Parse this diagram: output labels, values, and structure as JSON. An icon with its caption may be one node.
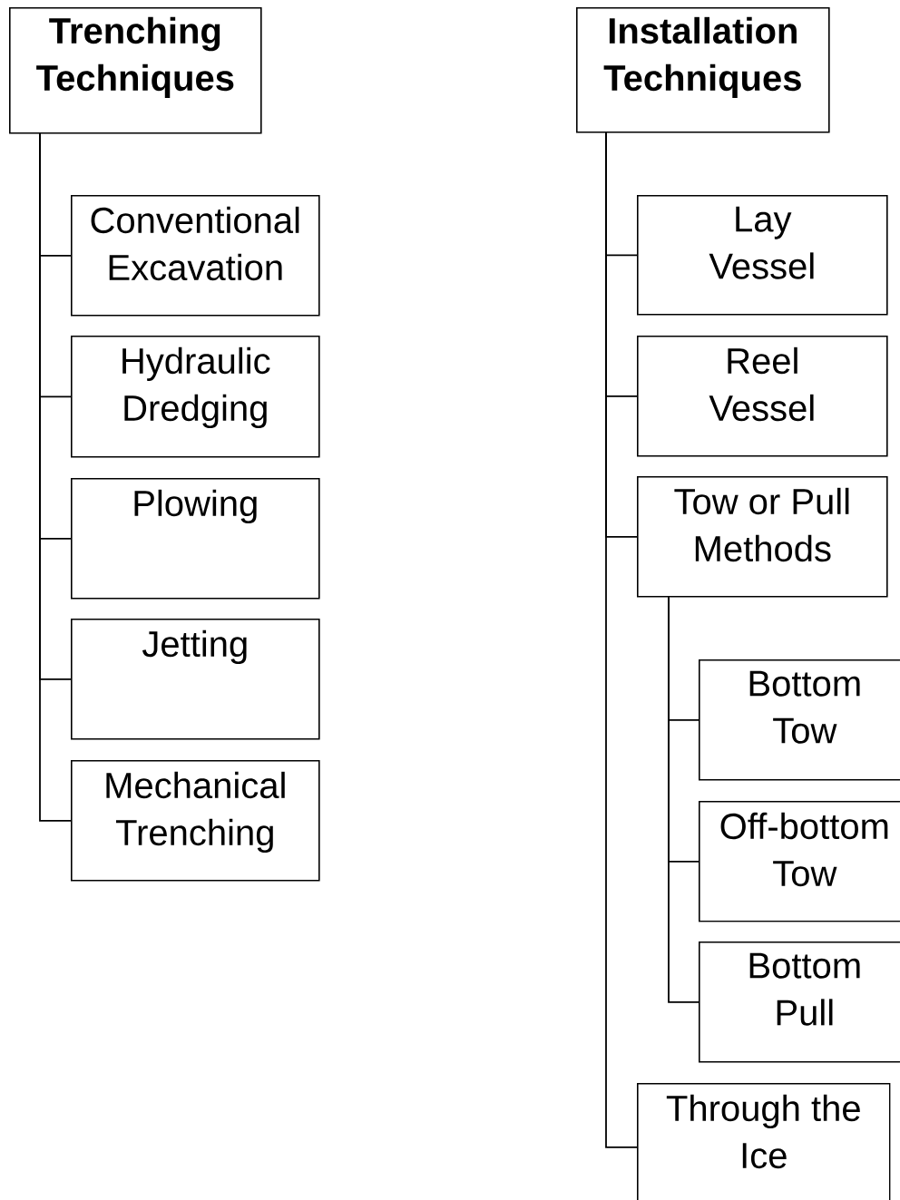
{
  "diagram": {
    "nodes": [
      {
        "text": [
          "Trenching Techniques"
        ]
      },
      {
        "text": [
          "Conventional Excavation"
        ]
      },
      {
        "text": [
          "Hydraulic Dredging"
        ]
      },
      {
        "text": [
          "Plowing"
        ]
      },
      {
        "text": [
          "Jetting"
        ]
      },
      {
        "text": [
          "Mechanical Trenching"
        ]
      },
      {
        "text": [
          "Installation Techniques"
        ]
      },
      {
        "text": [
          "Lay Vessel"
        ]
      },
      {
        "text": [
          "Reel Vessel"
        ]
      },
      {
        "text": [
          "Tow or Pull Methods"
        ]
      },
      {
        "text": [
          "Bottom Tow"
        ]
      },
      {
        "text": [
          "Off-bottom Tow"
        ]
      },
      {
        "text": [
          "Bottom Pull"
        ]
      },
      {
        "text": [
          "Through the Ice"
        ]
      }
    ],
    "edges": [
      {
        "from": 0,
        "to": 1,
        "arrow": "none"
      },
      {
        "from": 0,
        "to": 2,
        "arrow": "none"
      },
      {
        "from": 0,
        "to": 3,
        "arrow": "none"
      },
      {
        "from": 0,
        "to": 4,
        "arrow": "none"
      },
      {
        "from": 0,
        "to": 5,
        "arrow": "none"
      },
      {
        "from": 6,
        "to": 7,
        "arrow": "none"
      },
      {
        "from": 6,
        "to": 8,
        "arrow": "none"
      },
      {
        "from": 6,
        "to": 9,
        "arrow": "none"
      },
      {
        "from": 9,
        "to": 10,
        "arrow": "none"
      },
      {
        "from": 9,
        "to": 11,
        "arrow": "none"
      },
      {
        "from": 9,
        "to": 12,
        "arrow": "none"
      },
      {
        "from": 6,
        "to": 13,
        "arrow": "none"
      }
    ]
  }
}
